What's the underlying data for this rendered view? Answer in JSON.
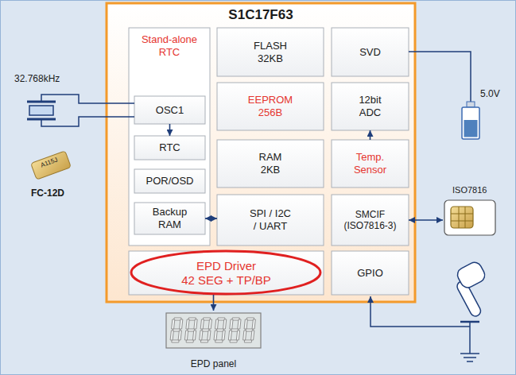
{
  "diagram": {
    "nodes": [
      {
        "text": [
          "S1C17F63"
        ]
      },
      {
        "text": [
          "Stand-alone RTC"
        ],
        "in": 0
      },
      {
        "text": [
          "OSC1"
        ],
        "in": 1
      },
      {
        "text": [
          "RTC"
        ],
        "in": 1
      },
      {
        "text": [
          "POR/OSD"
        ],
        "in": 1
      },
      {
        "text": [
          "Backup RAM"
        ],
        "in": 1
      },
      {
        "text": [
          "FLASH 32KB"
        ],
        "in": 0
      },
      {
        "text": [
          "SVD"
        ],
        "in": 0
      },
      {
        "text": [
          "EEPROM 256B"
        ],
        "in": 0
      },
      {
        "text": [
          "12bit ADC"
        ],
        "in": 0
      },
      {
        "text": [
          "RAM 2KB"
        ],
        "in": 0
      },
      {
        "text": [
          "Temp. Sensor"
        ],
        "in": 0
      },
      {
        "text": [
          "SPI / I2C / UART"
        ],
        "in": 0
      },
      {
        "text": [
          "SMCIF (ISO7816-3)"
        ],
        "in": 0
      },
      {
        "text": [
          "EPD Driver",
          "42 SEG + TP/BP"
        ],
        "in": 0
      },
      {
        "text": [
          "GPIO"
        ],
        "in": 0
      },
      {
        "text": [
          "EPD panel"
        ]
      }
    ],
    "edges": [
      {
        "from": 2,
        "to": 3,
        "arrow": "to"
      },
      {
        "from": 5,
        "to": 12,
        "arrow": "both"
      },
      {
        "from": 11,
        "to": 9,
        "arrow": "to"
      },
      {
        "from": 14,
        "to": 16,
        "arrow": "to"
      }
    ],
    "labels": [
      "32.768kHz",
      "5.0V",
      "A115J",
      "FC-12D",
      "ISO7816"
    ]
  }
}
